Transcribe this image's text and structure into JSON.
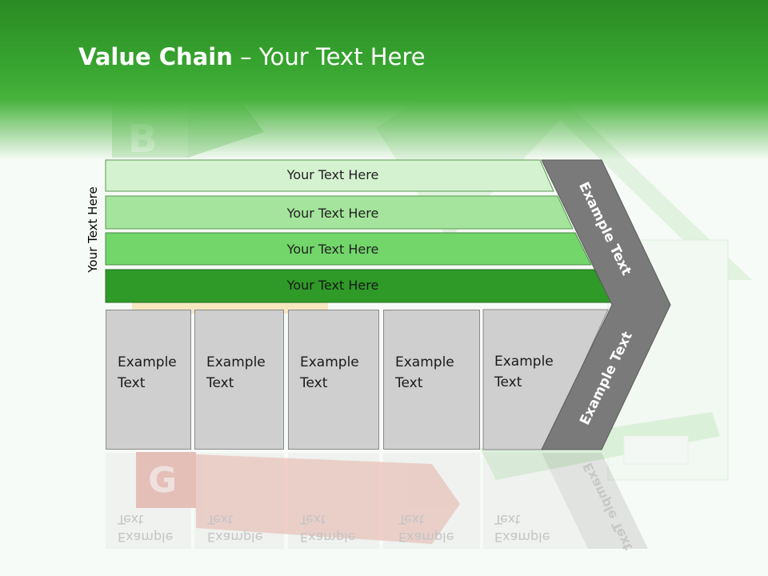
{
  "title": {
    "bold": "Value Chain",
    "rest": " – Your Text Here"
  },
  "side_label": "Your Text Here",
  "rows": [
    "Your Text Here",
    "Your Text Here",
    "Your Text Here",
    "Your Text Here"
  ],
  "boxes": [
    {
      "line1": "Example",
      "line2": "Text"
    },
    {
      "line1": "Example",
      "line2": "Text"
    },
    {
      "line1": "Example",
      "line2": "Text"
    },
    {
      "line1": "Example",
      "line2": "Text"
    },
    {
      "line1": "Example",
      "line2": "Text"
    }
  ],
  "chevron": {
    "upper": "Example Text",
    "lower": "Example Text"
  },
  "background_letters": {
    "top": "B",
    "bottom": "G"
  },
  "colors": {
    "header_green": "#2f9a28",
    "row1": "#d4f2d0",
    "row2": "#a4e49c",
    "row3": "#72d66a",
    "row4": "#2f9a28",
    "box_gray": "#cfcfcf",
    "chevron_gray": "#7a7a7a"
  }
}
